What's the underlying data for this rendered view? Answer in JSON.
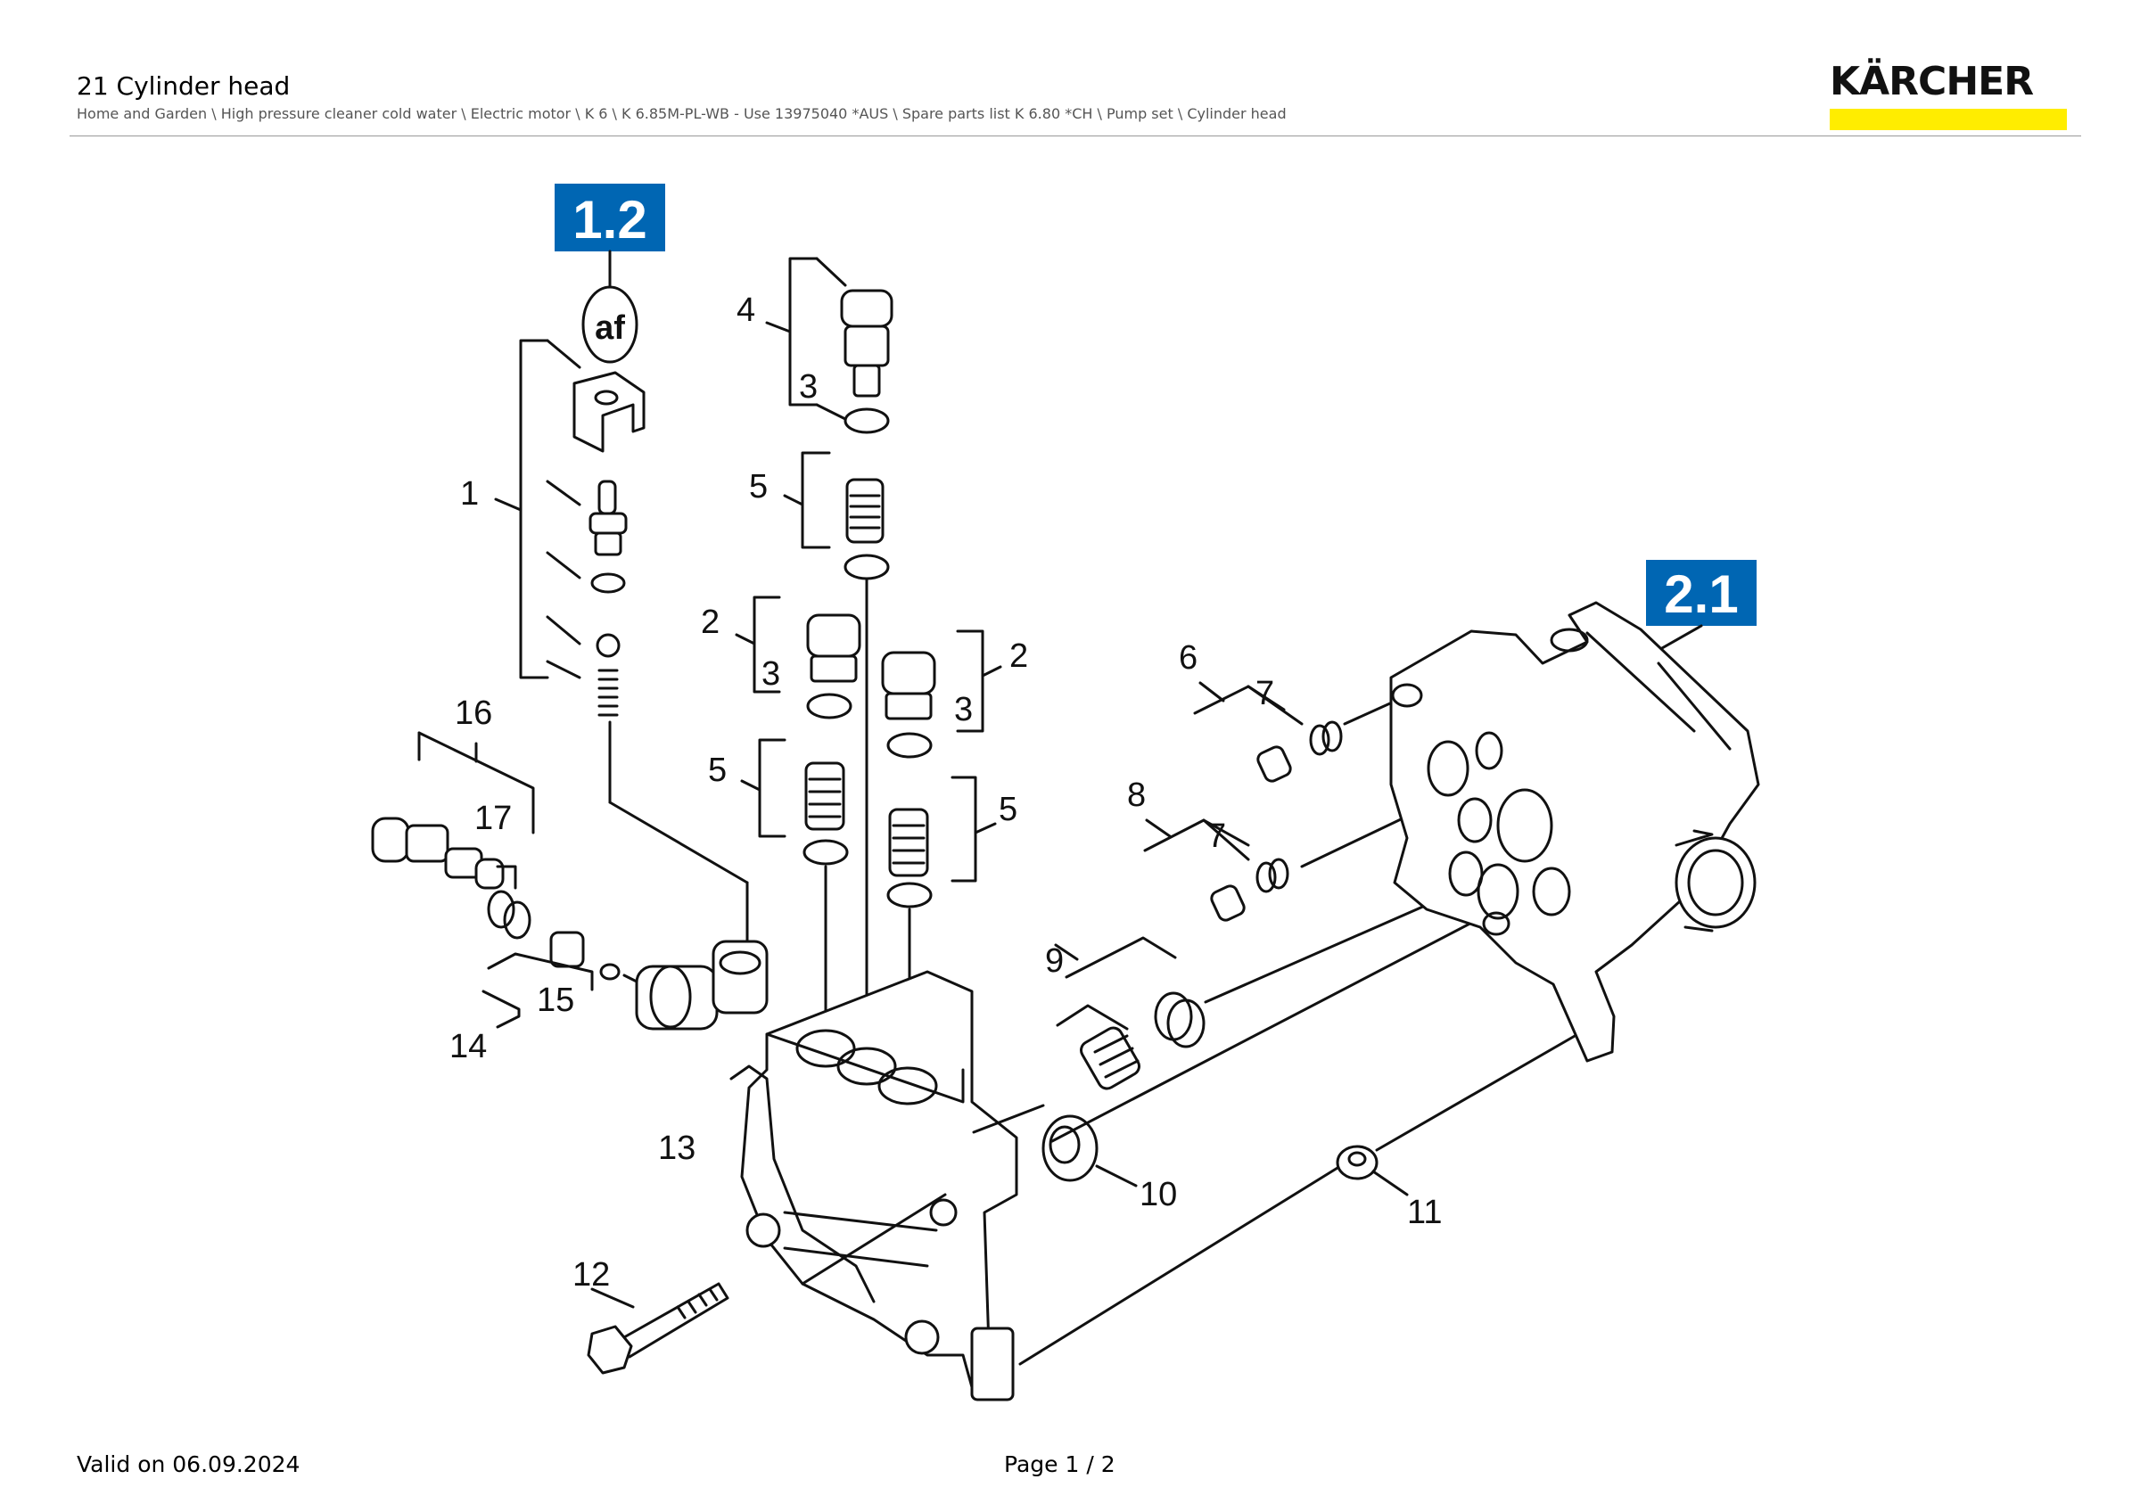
{
  "header": {
    "title": "21 Cylinder head",
    "breadcrumb": "Home and Garden \\ High pressure cleaner cold water \\ Electric motor \\ K 6 \\ K 6.85M-PL-WB - Use 13975040 *AUS \\ Spare parts list K 6.80 *CH \\ Pump set \\ Cylinder head"
  },
  "logo": {
    "text": "KÄRCHER",
    "bar_color": "#ffed00"
  },
  "diagram": {
    "ref_boxes": [
      "1.2",
      "2.1"
    ],
    "ref_box_color": "#0066b3",
    "af_label": "af",
    "callouts": [
      "1",
      "2",
      "2",
      "3",
      "3",
      "3",
      "4",
      "5",
      "5",
      "5",
      "6",
      "7",
      "7",
      "8",
      "9",
      "10",
      "11",
      "12",
      "13",
      "14",
      "15",
      "16",
      "17"
    ]
  },
  "footer": {
    "valid_on": "Valid on 06.09.2024",
    "page": "Page 1 / 2"
  }
}
